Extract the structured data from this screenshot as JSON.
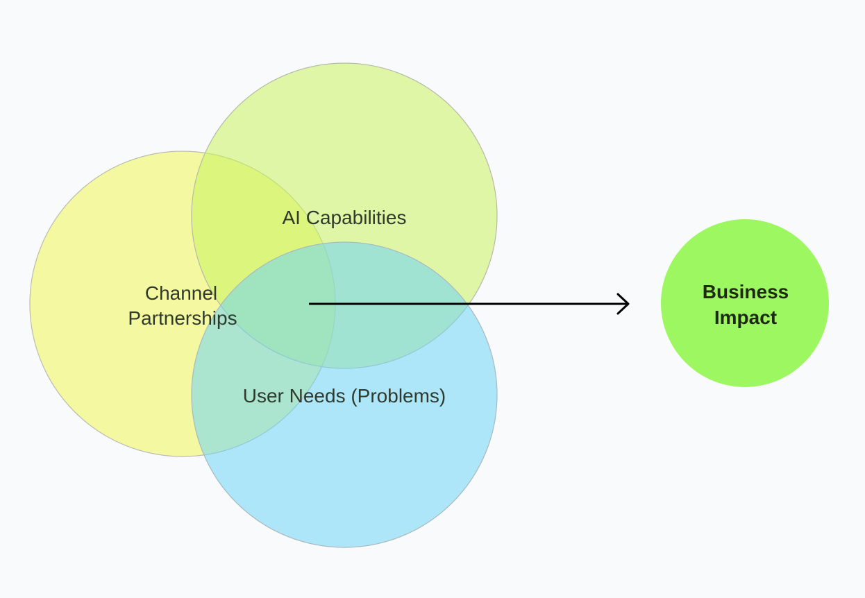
{
  "diagram": {
    "circles": {
      "channel": {
        "label_line1": "Channel",
        "label_line2": "Partnerships",
        "fill": "#f3f99a"
      },
      "ai": {
        "label": "AI Capabilities",
        "fill": "#d6f88e"
      },
      "user": {
        "label": "User Needs (Problems)",
        "fill": "#9ee0f5"
      }
    },
    "target": {
      "label_line1": "Business",
      "label_line2": "Impact",
      "fill": "#9df761"
    },
    "arrow_color": "#000000"
  }
}
